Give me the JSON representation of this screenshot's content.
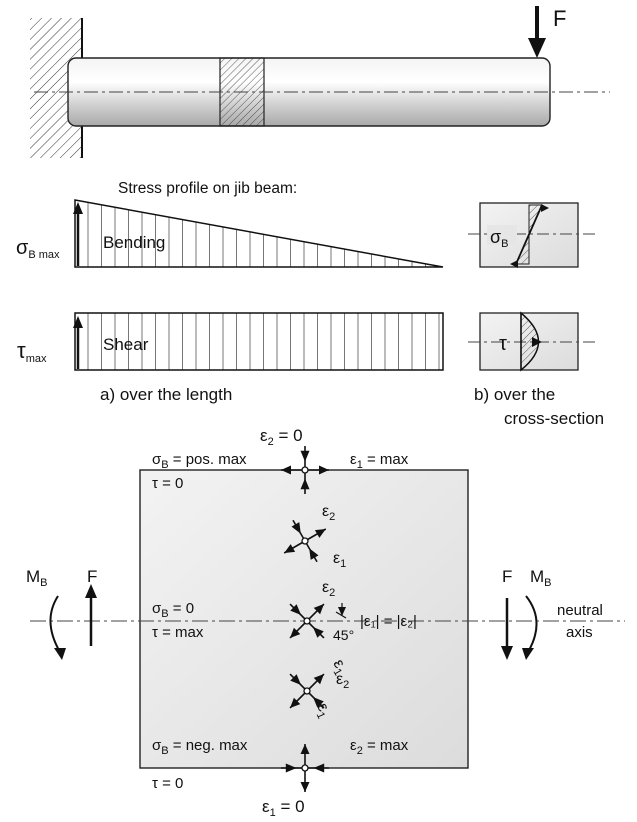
{
  "beam": {
    "force_label": "F"
  },
  "profile": {
    "title": "Stress profile on jib beam:",
    "bending": {
      "label": "Bending",
      "symbol": "σ",
      "subscript": "B max"
    },
    "shear": {
      "label": "Shear",
      "symbol": "τ",
      "subscript": "max"
    },
    "caption_a": "a)  over the length",
    "caption_b_line1": "b)  over the",
    "caption_b_line2": "cross-section",
    "cs_bending": {
      "symbol": "σ",
      "subscript": "B"
    },
    "cs_shear": {
      "symbol": "τ"
    }
  },
  "element": {
    "top_left_1_symbol": "σ",
    "top_left_1_sub": "B",
    "top_left_1_rest": " = pos. max",
    "top_left_2": "τ = 0",
    "top_center_symbol": "ε",
    "top_center_sub": "2",
    "top_center_rest": " = 0",
    "top_right_symbol": "ε",
    "top_right_sub": "1",
    "top_right_rest": " = max",
    "mid_left_1_symbol": "σ",
    "mid_left_1_sub": "B",
    "mid_left_1_rest": " = 0",
    "mid_left_2": "τ = max",
    "mid_right_eq": "|ε₁| = |ε₂|",
    "angle": "45°",
    "bottom_left_1_symbol": "σ",
    "bottom_left_1_sub": "B",
    "bottom_left_1_rest": " = neg. max",
    "bottom_left_2": "τ = 0",
    "bottom_right_symbol": "ε",
    "bottom_right_sub": "2",
    "bottom_right_rest": " = max",
    "bottom_center_symbol": "ε",
    "bottom_center_sub": "1",
    "bottom_center_rest": " = 0",
    "eps1": "ε",
    "eps1_sub": "1",
    "eps2": "ε",
    "eps2_sub": "2",
    "moment_symbol": "M",
    "moment_sub": "B",
    "force_label": "F",
    "neutral_1": "neutral",
    "neutral_2": "axis"
  }
}
